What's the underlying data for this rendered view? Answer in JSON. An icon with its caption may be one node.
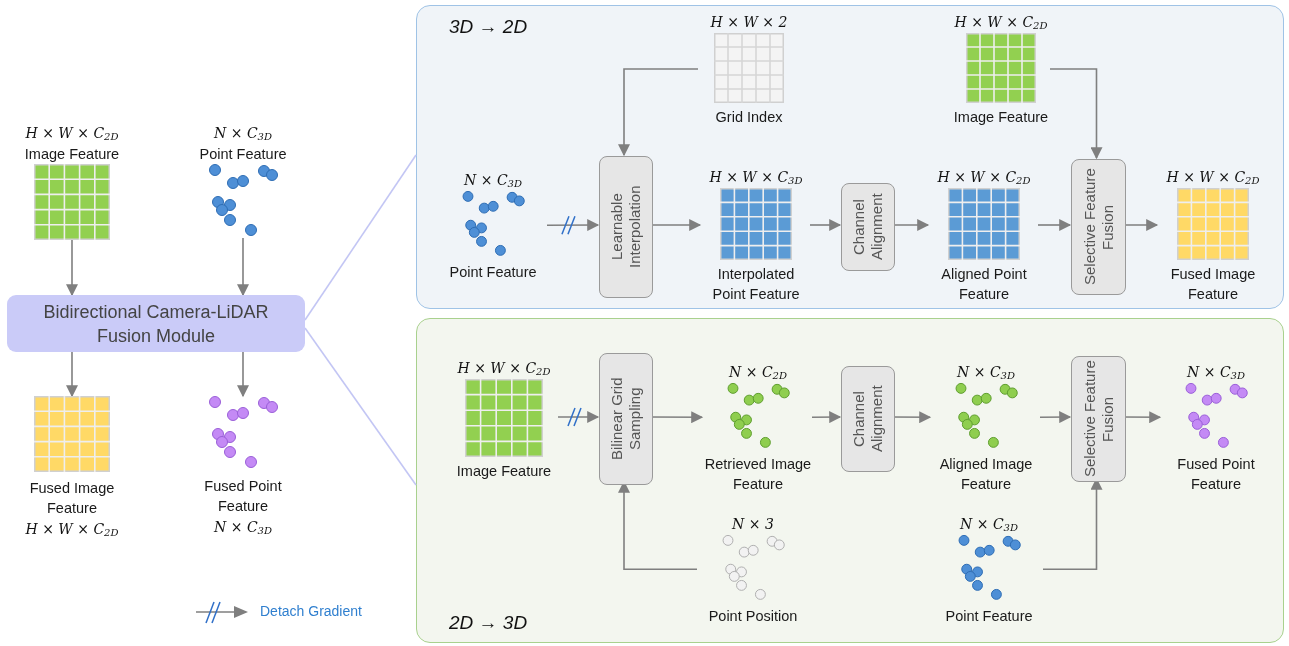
{
  "diagram": {
    "nodes": [
      {
        "text": [
          "H × W × C$_{2D}$",
          "Image Feature"
        ]
      },
      {
        "text": [
          "N × C$_{3D}$",
          "Point Feature"
        ]
      },
      {
        "text": [
          "Bidirectional Camera-LiDAR Fusion Module"
        ]
      },
      {
        "text": [
          "Fused Image Feature",
          "H × W × C$_{2D}$"
        ]
      },
      {
        "text": [
          "Fused Point Feature",
          "N × C$_{3D}$"
        ]
      },
      {
        "text": [
          "3D → 2D"
        ]
      },
      {
        "text": [
          "H × W × 2",
          "Grid Index"
        ],
        "in": 5
      },
      {
        "text": [
          "H × W × C$_{2D}$",
          "Image Feature"
        ],
        "in": 5
      },
      {
        "text": [
          "N × C$_{3D}$",
          "Point Feature"
        ],
        "in": 5
      },
      {
        "text": [
          "Learnable Interpolation"
        ],
        "in": 5
      },
      {
        "text": [
          "H × W × C$_{3D}$",
          "Interpolated Point Feature"
        ],
        "in": 5
      },
      {
        "text": [
          "Channel Alignment"
        ],
        "in": 5
      },
      {
        "text": [
          "H × W × C$_{2D}$",
          "Aligned Point Feature"
        ],
        "in": 5
      },
      {
        "text": [
          "Selective Feature Fusion"
        ],
        "in": 5
      },
      {
        "text": [
          "H × W × C$_{2D}$",
          "Fused Image Feature"
        ],
        "in": 5
      },
      {
        "text": [
          "2D → 3D"
        ]
      },
      {
        "text": [
          "H × W × C$_{2D}$",
          "Image Feature"
        ],
        "in": 15
      },
      {
        "text": [
          "Bilinear Grid Sampling"
        ],
        "in": 15
      },
      {
        "text": [
          "N × C$_{2D}$",
          "Retrieved Image Feature"
        ],
        "in": 15
      },
      {
        "text": [
          "Channel Alignment"
        ],
        "in": 15
      },
      {
        "text": [
          "N × C$_{3D}$",
          "Aligned Image Feature"
        ],
        "in": 15
      },
      {
        "text": [
          "Selective Feature Fusion"
        ],
        "in": 15
      },
      {
        "text": [
          "N × C$_{3D}$",
          "Fused Point Feature"
        ],
        "in": 15
      },
      {
        "text": [
          "N × 3",
          "Point Position"
        ],
        "in": 15
      },
      {
        "text": [
          "N × C$_{3D}$",
          "Point Feature"
        ],
        "in": 15
      }
    ],
    "edges": [
      {
        "from": 0,
        "to": 2,
        "arrow": "to"
      },
      {
        "from": 1,
        "to": 2,
        "arrow": "to"
      },
      {
        "from": 2,
        "to": 3,
        "arrow": "to"
      },
      {
        "from": 2,
        "to": 4,
        "arrow": "to"
      },
      {
        "from": 2,
        "to": 5,
        "arrow": "none",
        "color": "#c3c6f4"
      },
      {
        "from": 2,
        "to": 15,
        "arrow": "none",
        "color": "#c3c6f4"
      },
      {
        "from": 8,
        "to": 9,
        "arrow": "to"
      },
      {
        "from": 6,
        "to": 9,
        "arrow": "to"
      },
      {
        "from": 9,
        "to": 10,
        "arrow": "to"
      },
      {
        "from": 10,
        "to": 11,
        "arrow": "to"
      },
      {
        "from": 11,
        "to": 12,
        "arrow": "to"
      },
      {
        "from": 12,
        "to": 13,
        "arrow": "to"
      },
      {
        "from": 7,
        "to": 13,
        "arrow": "to"
      },
      {
        "from": 13,
        "to": 14,
        "arrow": "to"
      },
      {
        "from": 16,
        "to": 17,
        "arrow": "to"
      },
      {
        "from": 23,
        "to": 17,
        "arrow": "to"
      },
      {
        "from": 17,
        "to": 18,
        "arrow": "to"
      },
      {
        "from": 18,
        "to": 19,
        "arrow": "to"
      },
      {
        "from": 19,
        "to": 20,
        "arrow": "to"
      },
      {
        "from": 20,
        "to": 21,
        "arrow": "to"
      },
      {
        "from": 24,
        "to": 21,
        "arrow": "to"
      },
      {
        "from": 21,
        "to": 22,
        "arrow": "to"
      }
    ],
    "legend": [
      {
        "text": "Detach Gradient"
      }
    ]
  }
}
